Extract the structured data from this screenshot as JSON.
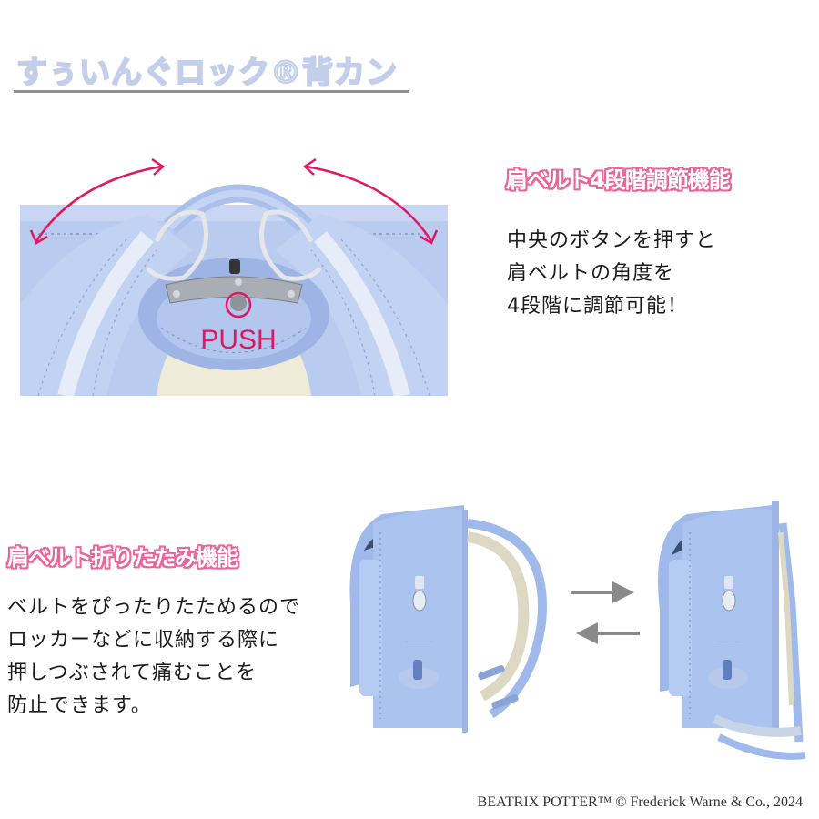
{
  "title": {
    "text": "すぅいんぐロック®背カン"
  },
  "section_adjust": {
    "heading": "肩ベルト4段階調節機能",
    "body_lines": [
      "中央のボタンを押すと",
      "肩ベルトの角度を",
      "4段階に調節可能！"
    ],
    "photo": {
      "description": "backpack-back-view-shoulder-belt-hinge",
      "push_label": "PUSH",
      "accent_color": "#e0185f"
    }
  },
  "section_fold": {
    "heading": "肩ベルト折りたたみ機能",
    "body_lines": [
      "ベルトをぴったりたためるので",
      "ロッカーなどに収納する際に",
      "押しつぶされて痛むことを",
      "防止できます。"
    ],
    "photos": [
      {
        "description": "backpack-side-view-belts-open"
      },
      {
        "description": "backpack-side-view-belts-folded"
      }
    ],
    "arrows": [
      "arrow-right",
      "arrow-left"
    ]
  },
  "colors": {
    "heading_pink": "#e8679b",
    "title_blue": "#c3cfea",
    "bag_blue": "#a9c2ec",
    "push_red": "#e0185f",
    "arrow_gray": "#8a8a8a"
  },
  "footer": {
    "copyright": "BEATRIX POTTER™ © Frederick Warne & Co., 2024"
  }
}
